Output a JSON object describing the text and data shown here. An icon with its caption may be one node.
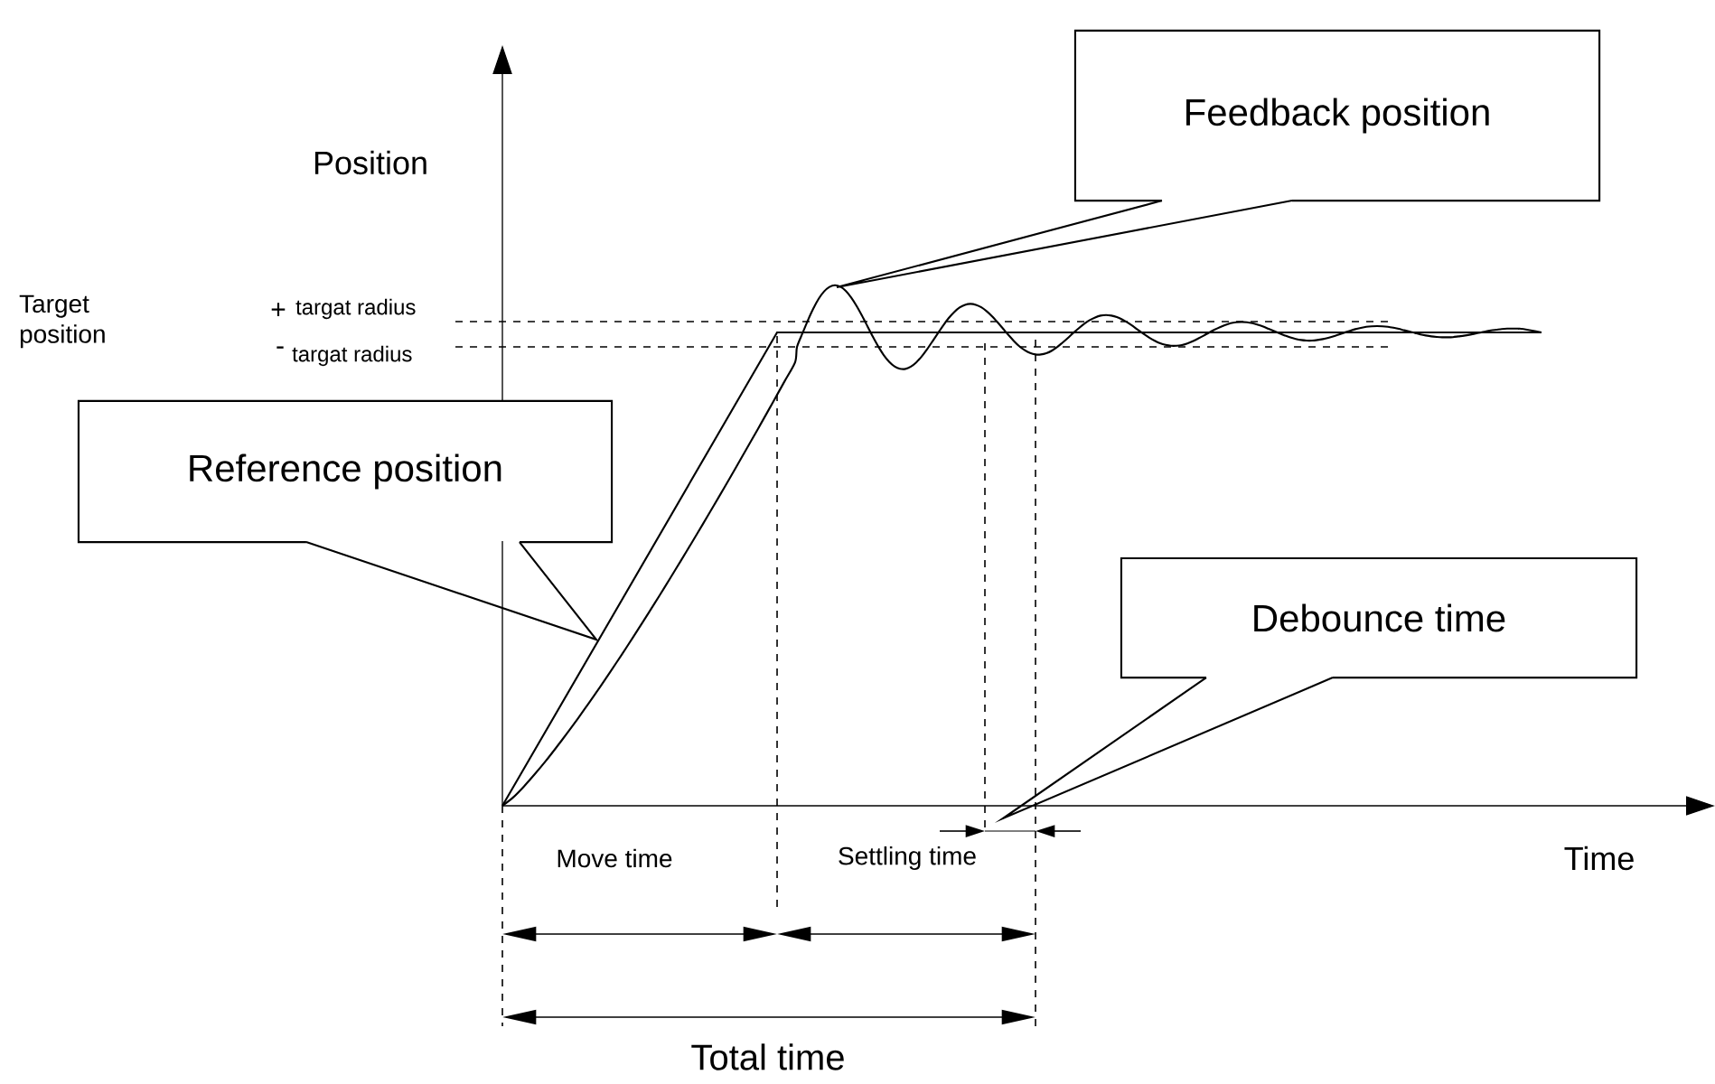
{
  "diagram": {
    "nodes": [
      {
        "text": [
          "Feedback position"
        ]
      },
      {
        "text": [
          "Reference position"
        ]
      },
      {
        "text": [
          "Debounce time"
        ]
      }
    ],
    "edges": [
      {
        "from": 0,
        "to": null,
        "arrow": "none"
      },
      {
        "from": 1,
        "to": null,
        "arrow": "none"
      },
      {
        "from": 2,
        "to": null,
        "arrow": "none"
      }
    ],
    "labels": [
      "Position",
      "Target position",
      "+",
      "targat radius",
      "-",
      "targat radius",
      "Move time",
      "Settling time",
      "Time",
      "Total time"
    ]
  }
}
